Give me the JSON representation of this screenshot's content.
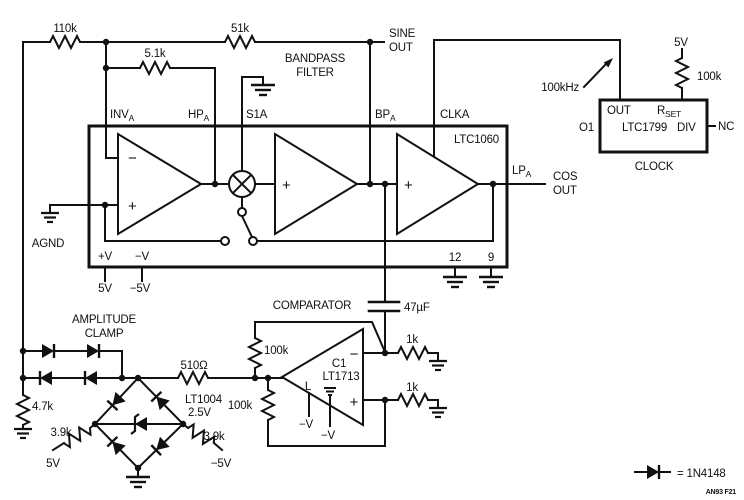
{
  "colors": {
    "ink": "#111111",
    "background": "#ffffff"
  },
  "figure": {
    "id": "AN93 F21"
  },
  "legend": {
    "text": "= 1N4148"
  },
  "titles": {
    "bandpass_1": "BANDPASS",
    "bandpass_2": "FILTER",
    "comparator": "COMPARATOR",
    "amplitude_1": "AMPLITUDE",
    "amplitude_2": "CLAMP",
    "clock": "CLOCK"
  },
  "outputs": {
    "sine_1": "SINE",
    "sine_2": "OUT",
    "cos_1": "COS",
    "cos_2": "OUT"
  },
  "ics": {
    "filter": "LTC1060",
    "clock": "LTC1799",
    "comparator_des": "C1",
    "comparator_part": "LT1713",
    "reference_1": "LT1004",
    "reference_2": "2.5V"
  },
  "pins": {
    "inv": {
      "t": "INV",
      "s": "A"
    },
    "hp": {
      "t": "HP",
      "s": "A"
    },
    "s1a": "S1A",
    "bp": {
      "t": "BP",
      "s": "A"
    },
    "clka": "CLKA",
    "lp": {
      "t": "LP",
      "s": "A"
    },
    "p12": "12",
    "p9": "9",
    "vplus": "+V",
    "vminus": "−V",
    "out": "OUT",
    "rset": {
      "t": "R",
      "s": "SET"
    },
    "div": "DIV",
    "nc": "NC",
    "o1": "O1",
    "latch": "L",
    "vneg_latch": "−V",
    "vneg_gnd": "−V"
  },
  "resistors": {
    "r110k": "110k",
    "r51k": "51k",
    "r5k1": "5.1k",
    "r100k_clock": "100k",
    "r100k_upper": "100k",
    "r100k_lower": "100k",
    "r1k_upper": "1k",
    "r1k_lower": "1k",
    "r510": "510Ω",
    "r4k7": "4.7k",
    "r3k9_left": "3.9k",
    "r3k9_right": "3.9k"
  },
  "capacitors": {
    "c47": "47µF"
  },
  "supplies": {
    "filter_pos": "5V",
    "filter_neg": "−5V",
    "clock_pos": "5V",
    "bridge_pos": "5V",
    "bridge_neg": "−5V",
    "agnd": "AGND"
  },
  "annotations": {
    "clock_freq": "100kHz"
  },
  "opamp_signs": {
    "a1_inv": "−",
    "a1_noninv": "+",
    "a2": "+",
    "a3": "+",
    "cmp_inv": "−",
    "cmp_noninv": "+"
  }
}
